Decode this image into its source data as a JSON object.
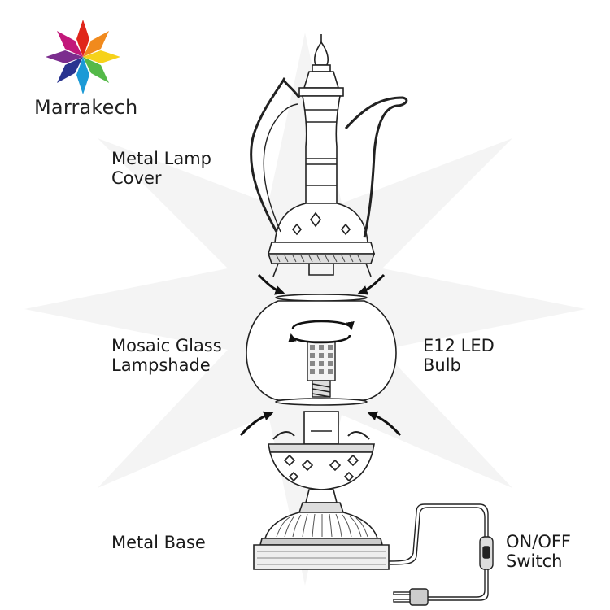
{
  "brand": {
    "name": "Marrakech",
    "logo_colors": [
      "#e0261b",
      "#f18a1d",
      "#f6d21a",
      "#54b948",
      "#1b9ad6",
      "#2a3590",
      "#7b2d8e",
      "#c2187a"
    ]
  },
  "labels": {
    "cover": [
      "Metal Lamp",
      "Cover"
    ],
    "glass": [
      "Mosaic Glass",
      "Lampshade"
    ],
    "bulb": [
      "E12 LED",
      "Bulb"
    ],
    "base": [
      "Metal Base"
    ],
    "switch": [
      "ON/OFF",
      "Switch"
    ]
  }
}
